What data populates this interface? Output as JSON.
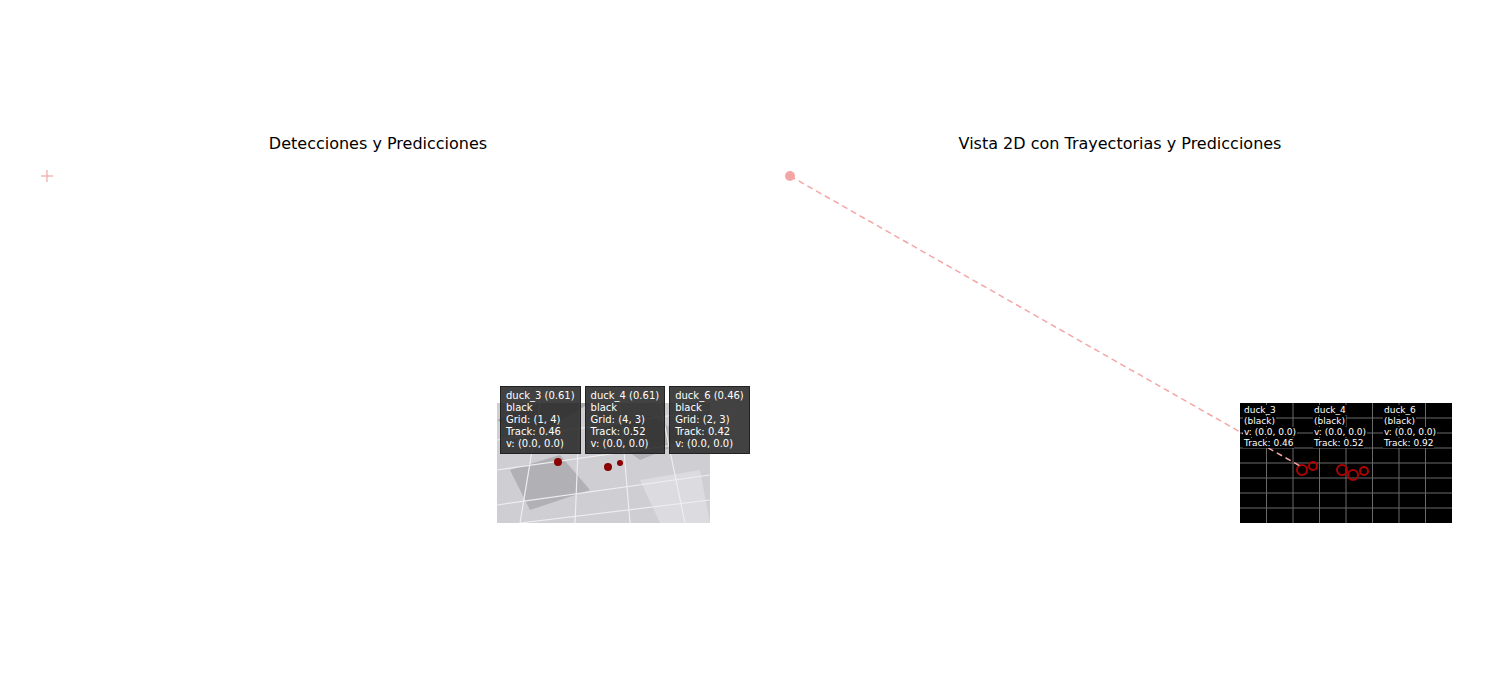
{
  "diagram": {
    "nodes": [
      {
        "text": [
          "duck_3 (0.61)",
          "black",
          "Grid: (1, 4)",
          "Track: 0.46",
          "v: (0.0, 0.0)"
        ]
      },
      {
        "text": [
          "duck_4 (0.61)",
          "black",
          "Grid: (4, 3)",
          "Track: 0.52",
          "v: (0.0, 0.0)"
        ]
      },
      {
        "text": [
          "duck_6 (0.46)",
          "black",
          "Grid: (2, 3)",
          "Track: 0.42",
          "v: (0.0, 0.0)"
        ]
      }
    ],
    "labels": [
      "Detecciones y Predicciones",
      "Vista 2D con Trayectorias y Predicciones",
      "duck_3",
      "(black)",
      "v: (0.0, 0.0)",
      "Track: 0.46",
      "duck_4",
      "(black)",
      "v: (0.0, 0.0)",
      "Track: 0.52",
      "duck_6",
      "(black)",
      "v: (0.0, 0.0)",
      "Track: 0.92"
    ]
  }
}
